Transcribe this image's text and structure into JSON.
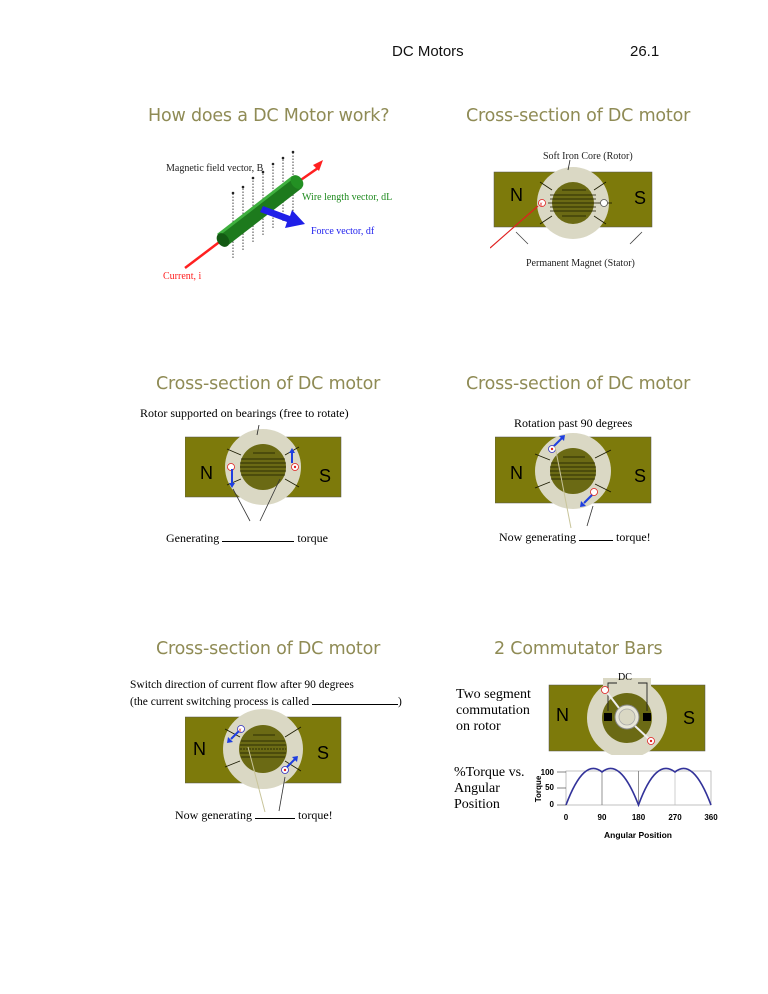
{
  "header": {
    "title": "DC Motors",
    "page_number": "26.1"
  },
  "slides": [
    {
      "title": "How does a DC Motor work?",
      "labels": {
        "magnetic_field": "Magnetic field vector, B",
        "wire_length": "Wire length vector, dL",
        "force": "Force vector, df",
        "current": "Current, i"
      },
      "colors": {
        "current": "#ff2020",
        "wire": "#1f8a1f",
        "force": "#2020ee",
        "field": "#333333"
      }
    },
    {
      "title": "Cross-section of DC motor",
      "labels": {
        "rotor": "Soft Iron Core (Rotor)",
        "stator": "Permanent Magnet (Stator)",
        "north": "N",
        "south": "S"
      }
    },
    {
      "title": "Cross-section of DC motor",
      "caption_top": "Rotor supported on bearings (free to rotate)",
      "caption_bottom_prefix": "Generating",
      "caption_bottom_suffix": "torque",
      "labels": {
        "north": "N",
        "south": "S"
      }
    },
    {
      "title": "Cross-section of DC motor",
      "caption_top": "Rotation past 90 degrees",
      "caption_bottom_prefix": "Now generating",
      "caption_bottom_suffix": "torque!",
      "labels": {
        "north": "N",
        "south": "S"
      }
    },
    {
      "title": "Cross-section of DC motor",
      "caption_top_line1": "Switch direction of current flow after 90 degrees",
      "caption_top_line2_prefix": "(the current switching process is called",
      "caption_top_line2_suffix": ")",
      "caption_bottom_prefix": "Now generating",
      "caption_bottom_suffix": "torque!",
      "labels": {
        "north": "N",
        "south": "S"
      }
    },
    {
      "title": "2 Commutator Bars",
      "side_text_1": "Two segment commutation on rotor",
      "side_text_2": "%Torque vs. Angular Position",
      "labels": {
        "north": "N",
        "south": "S",
        "dc": "DC"
      }
    }
  ],
  "colors": {
    "title": "#8f8b55",
    "magnet": "#7d7a0b",
    "ring": "#dad8c4",
    "core": "#6b6a14",
    "arrow_blue": "#1f3fe0",
    "curve": "#33339a"
  },
  "chart_data": {
    "type": "line",
    "title": "%Torque vs. Angular Position",
    "xlabel": "Angular Position",
    "ylabel": "Torque",
    "x_ticks": [
      "0",
      "90",
      "180",
      "270",
      "360"
    ],
    "y_ticks": [
      "0",
      "50",
      "100"
    ],
    "xlim": [
      0,
      360
    ],
    "ylim": [
      0,
      100
    ],
    "grid": "vertical at 90, 180, 270",
    "series": [
      {
        "name": "%Torque",
        "x": [
          0,
          30,
          60,
          90,
          120,
          150,
          180,
          210,
          240,
          270,
          300,
          330,
          360
        ],
        "values": [
          0,
          50,
          87,
          100,
          87,
          50,
          0,
          50,
          87,
          100,
          87,
          50,
          0
        ]
      }
    ]
  }
}
